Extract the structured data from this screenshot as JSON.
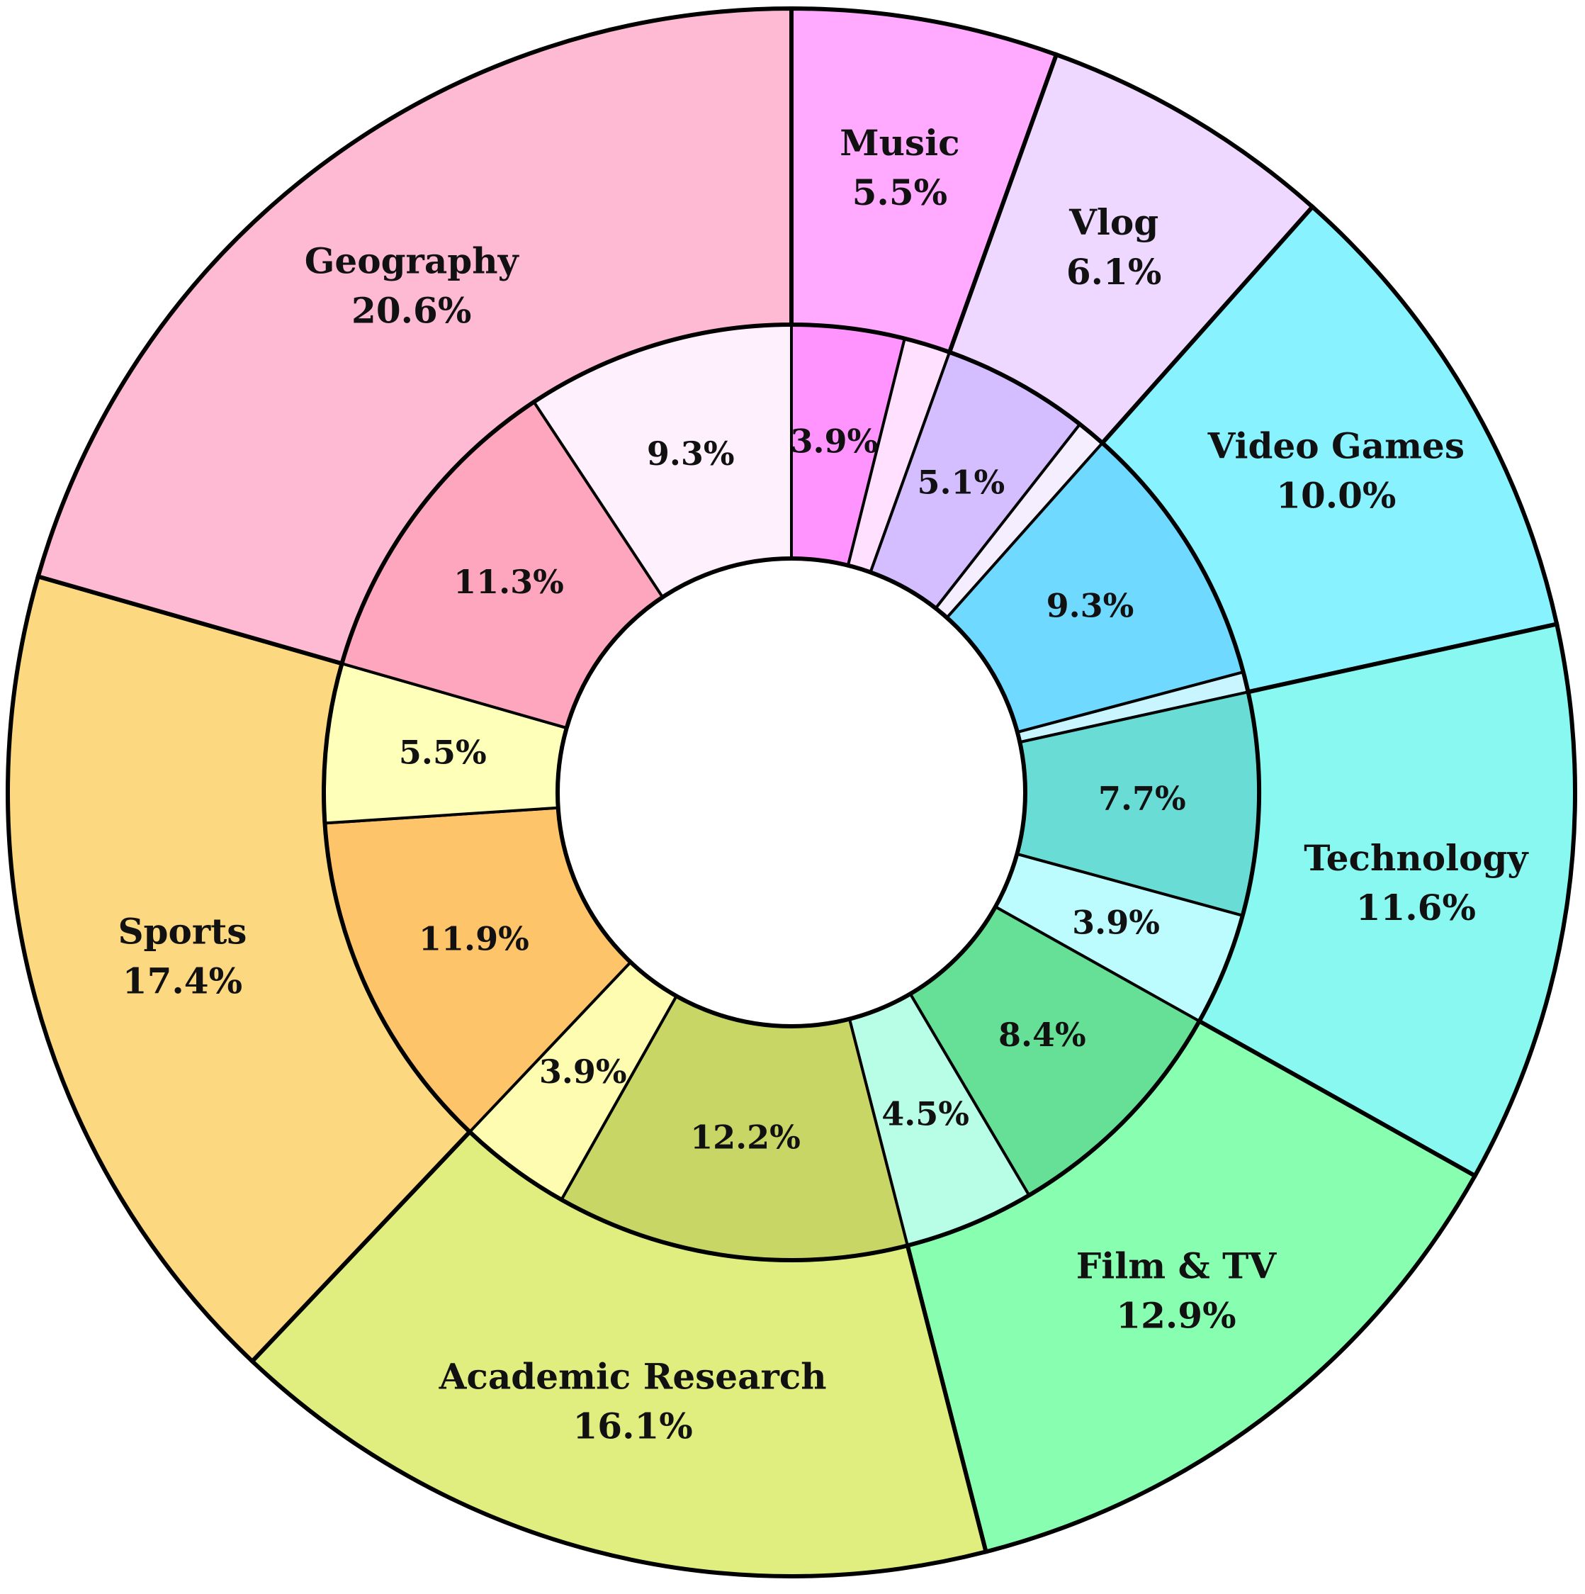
{
  "chart_data": {
    "type": "sunburst",
    "start_angle_deg": 90,
    "direction": "clockwise",
    "outer_ring": [
      {
        "label": "Music",
        "value": 5.5,
        "color": "#ffaaff"
      },
      {
        "label": "Vlog",
        "value": 6.1,
        "color": "#eed8ff"
      },
      {
        "label": "Video Games",
        "value": 10.0,
        "color": "#88f2ff"
      },
      {
        "label": "Technology",
        "value": 11.6,
        "color": "#88f8f0"
      },
      {
        "label": "Film & TV",
        "value": 12.9,
        "color": "#88ffb0"
      },
      {
        "label": "Academic Research",
        "value": 16.1,
        "color": "#e0ee80"
      },
      {
        "label": "Sports",
        "value": 17.4,
        "color": "#fcd980"
      },
      {
        "label": "Geography",
        "value": 20.6,
        "color": "#fdbad2"
      }
    ],
    "inner_ring": [
      {
        "parent": "Music",
        "label": "3.9%",
        "value": 3.9,
        "color": "#ff94ff"
      },
      {
        "parent": "Music",
        "label": "",
        "value": 1.6,
        "color": "#ffe0ff"
      },
      {
        "parent": "Vlog",
        "label": "5.1%",
        "value": 5.1,
        "color": "#d5beff"
      },
      {
        "parent": "Vlog",
        "label": "",
        "value": 1.0,
        "color": "#f4eeff"
      },
      {
        "parent": "Video Games",
        "label": "9.3%",
        "value": 9.3,
        "color": "#6fd9ff"
      },
      {
        "parent": "Video Games",
        "label": "",
        "value": 0.7,
        "color": "#c8f5ff"
      },
      {
        "parent": "Technology",
        "label": "7.7%",
        "value": 7.7,
        "color": "#6adcd6"
      },
      {
        "parent": "Technology",
        "label": "3.9%",
        "value": 3.9,
        "color": "#bcfcff"
      },
      {
        "parent": "Film & TV",
        "label": "8.4%",
        "value": 8.4,
        "color": "#66e096"
      },
      {
        "parent": "Film & TV",
        "label": "4.5%",
        "value": 4.5,
        "color": "#b8fde6"
      },
      {
        "parent": "Academic Research",
        "label": "12.2%",
        "value": 12.2,
        "color": "#c8d666"
      },
      {
        "parent": "Academic Research",
        "label": "3.9%",
        "value": 3.9,
        "color": "#fdfcb0"
      },
      {
        "parent": "Sports",
        "label": "11.9%",
        "value": 11.9,
        "color": "#fec46a"
      },
      {
        "parent": "Sports",
        "label": "5.5%",
        "value": 5.5,
        "color": "#feffb8"
      },
      {
        "parent": "Geography",
        "label": "11.3%",
        "value": 11.3,
        "color": "#fea6bd"
      },
      {
        "parent": "Geography",
        "label": "9.3%",
        "value": 9.3,
        "color": "#fef0fc"
      }
    ]
  }
}
